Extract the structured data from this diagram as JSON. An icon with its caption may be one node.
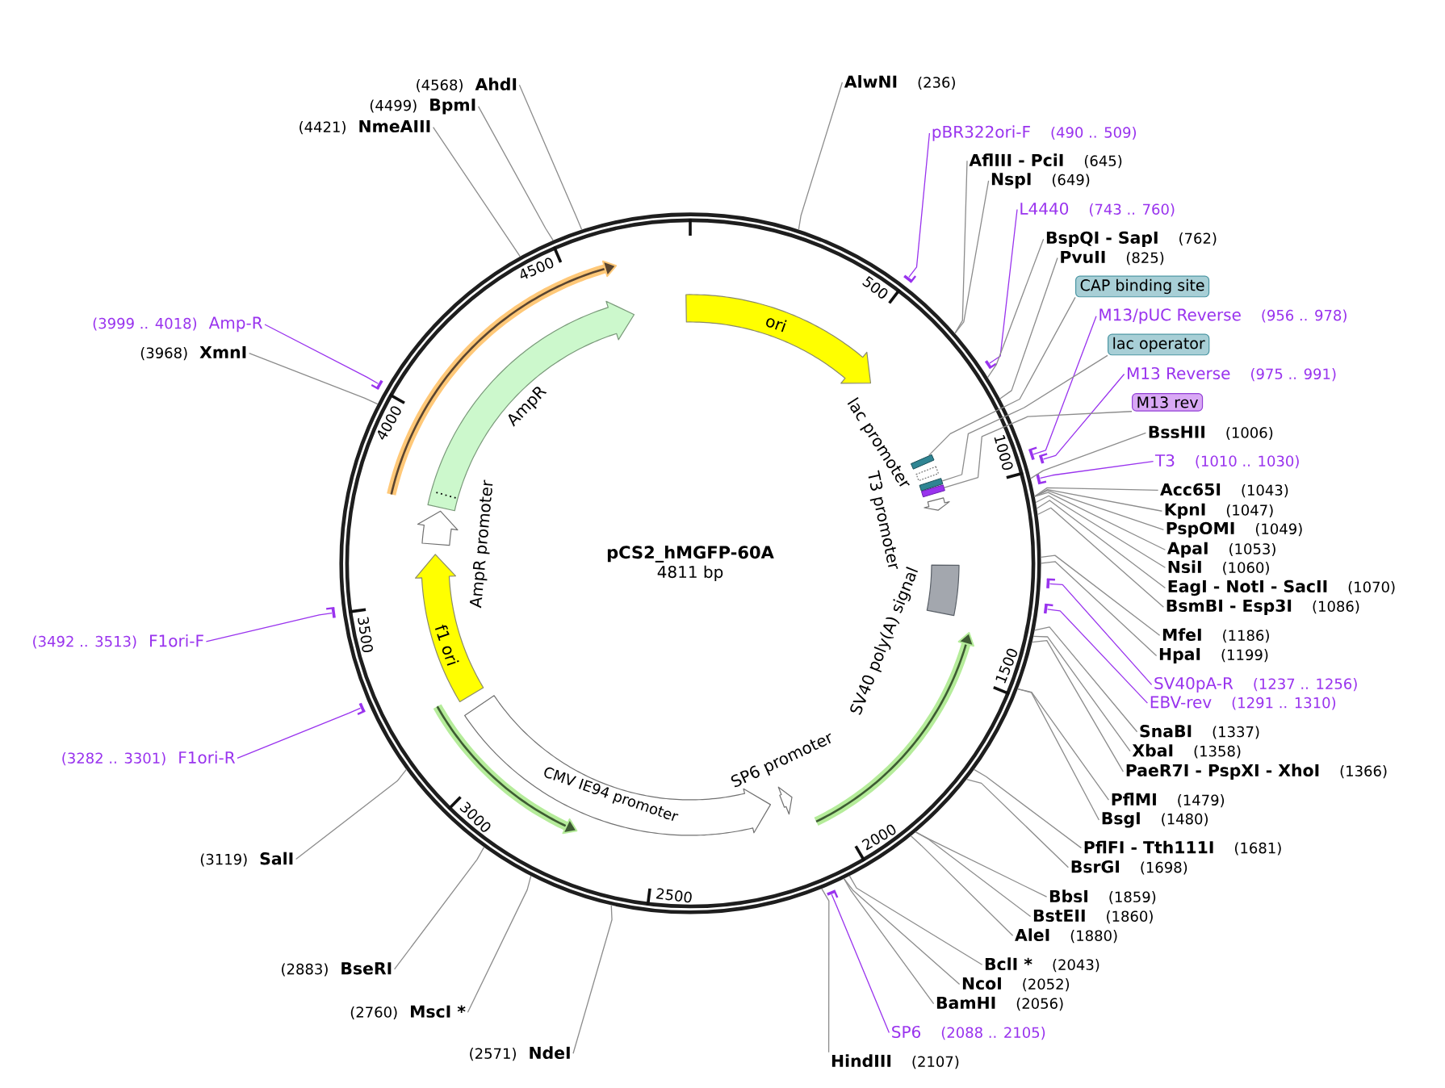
{
  "diagram": {
    "nodes": [
      {
        "text": [
          "pCS2_hMGFP-60A",
          "4811 bp"
        ]
      },
      {
        "text": [
          "ori"
        ],
        "in": 0
      },
      {
        "text": [],
        "shape": "box",
        "in": 0
      },
      {
        "text": [
          "lac promoter"
        ],
        "in": 0
      },
      {
        "text": [],
        "shape": "box",
        "in": 0
      },
      {
        "text": [],
        "shape": "box",
        "in": 0
      },
      {
        "text": [
          "T3 promoter"
        ],
        "in": 0
      },
      {
        "text": [
          "SV40 poly(A) signal"
        ],
        "in": 0
      },
      {
        "text": [
          "SP6 promoter"
        ],
        "in": 0
      },
      {
        "text": [
          "CMV IE94 promoter"
        ],
        "in": 0
      },
      {
        "text": [
          "f1 ori"
        ],
        "in": 0
      },
      {
        "text": [
          "AmpR promoter"
        ],
        "in": 0
      },
      {
        "text": [
          "AmpR"
        ],
        "in": 0
      },
      {
        "text": [
          "AlwNI",
          "(236)"
        ]
      },
      {
        "text": [
          "pBR322ori-F",
          "(490 .. 509)"
        ]
      },
      {
        "text": [
          "AflIII - PciI",
          "(645)"
        ]
      },
      {
        "text": [
          "NspI",
          "(649)"
        ]
      },
      {
        "text": [
          "L4440",
          "(743 .. 760)"
        ]
      },
      {
        "text": [
          "BspQI - SapI",
          "(762)"
        ]
      },
      {
        "text": [
          "PvuII",
          "(825)"
        ]
      },
      {
        "text": [
          "CAP binding site"
        ]
      },
      {
        "text": [
          "M13/pUC Reverse",
          "(956 .. 978)"
        ]
      },
      {
        "text": [
          "lac operator"
        ]
      },
      {
        "text": [
          "M13 Reverse",
          "(975 .. 991)"
        ]
      },
      {
        "text": [
          "M13 rev"
        ]
      },
      {
        "text": [
          "BssHII",
          "(1006)"
        ]
      },
      {
        "text": [
          "T3",
          "(1010 .. 1030)"
        ]
      },
      {
        "text": [
          "Acc65I",
          "(1043)"
        ]
      },
      {
        "text": [
          "KpnI",
          "(1047)"
        ]
      },
      {
        "text": [
          "PspOMI",
          "(1049)"
        ]
      },
      {
        "text": [
          "ApaI",
          "(1053)"
        ]
      },
      {
        "text": [
          "NsiI",
          "(1060)"
        ]
      },
      {
        "text": [
          "EagI - NotI - SacII",
          "(1070)"
        ]
      },
      {
        "text": [
          "BsmBI - Esp3I",
          "(1086)"
        ]
      },
      {
        "text": [
          "MfeI",
          "(1186)"
        ]
      },
      {
        "text": [
          "HpaI",
          "(1199)"
        ]
      },
      {
        "text": [
          "SV40pA-R",
          "(1237 .. 1256)"
        ]
      },
      {
        "text": [
          "EBV-rev",
          "(1291 .. 1310)"
        ]
      },
      {
        "text": [
          "SnaBI",
          "(1337)"
        ]
      },
      {
        "text": [
          "XbaI",
          "(1358)"
        ]
      },
      {
        "text": [
          "PaeR7I - PspXI - XhoI",
          "(1366)"
        ]
      },
      {
        "text": [
          "PflMI",
          "(1479)"
        ]
      },
      {
        "text": [
          "BsgI",
          "(1480)"
        ]
      },
      {
        "text": [
          "PflFI - Tth111I",
          "(1681)"
        ]
      },
      {
        "text": [
          "BsrGI",
          "(1698)"
        ]
      },
      {
        "text": [
          "BbsI",
          "(1859)"
        ]
      },
      {
        "text": [
          "BstEII",
          "(1860)"
        ]
      },
      {
        "text": [
          "AleI",
          "(1880)"
        ]
      },
      {
        "text": [
          "BclI *",
          "(2043)"
        ]
      },
      {
        "text": [
          "NcoI",
          "(2052)"
        ]
      },
      {
        "text": [
          "BamHI",
          "(2056)"
        ]
      },
      {
        "text": [
          "SP6",
          "(2088 .. 2105)"
        ]
      },
      {
        "text": [
          "HindIII",
          "(2107)"
        ]
      },
      {
        "text": [
          "(2571)",
          "NdeI"
        ]
      },
      {
        "text": [
          "(2760)",
          "MscI *"
        ]
      },
      {
        "text": [
          "(2883)",
          "BseRI"
        ]
      },
      {
        "text": [
          "(3119)",
          "SalI"
        ]
      },
      {
        "text": [
          "(3282 .. 3301)",
          "F1ori-R"
        ]
      },
      {
        "text": [
          "(3492 .. 3513)",
          "F1ori-F"
        ]
      },
      {
        "text": [
          "(3968)",
          "XmnI"
        ]
      },
      {
        "text": [
          "(3999 .. 4018)",
          "Amp-R"
        ]
      },
      {
        "text": [
          "(4421)",
          "NmeAIII"
        ]
      },
      {
        "text": [
          "(4499)",
          "BpmI"
        ]
      },
      {
        "text": [
          "(4568)",
          "AhdI"
        ]
      },
      {
        "text": [],
        "shape": "bar"
      },
      {
        "text": [],
        "shape": "bar"
      },
      {
        "text": [],
        "shape": "bar"
      },
      {
        "text": [],
        "shape": "bar"
      },
      {
        "text": [],
        "shape": "bar"
      },
      {
        "text": [],
        "shape": "bar"
      },
      {
        "text": [],
        "shape": "bar"
      },
      {
        "text": [],
        "shape": "bar"
      },
      {
        "text": [],
        "shape": "bar"
      },
      {
        "text": [],
        "shape": "bar"
      },
      {
        "text": [],
        "shape": "bar"
      }
    ],
    "edges": [
      {
        "from": 13,
        "to": 0,
        "arrow": "none"
      },
      {
        "from": 14,
        "to": 64,
        "arrow": "none",
        "color": "#9933ee"
      },
      {
        "from": 15,
        "to": 0,
        "arrow": "none"
      },
      {
        "from": 16,
        "to": 0,
        "arrow": "none"
      },
      {
        "from": 17,
        "to": 65,
        "arrow": "none",
        "color": "#9933ee"
      },
      {
        "from": 18,
        "to": 0,
        "arrow": "none"
      },
      {
        "from": 19,
        "to": 0,
        "arrow": "none"
      },
      {
        "from": 20,
        "to": 2,
        "arrow": "none"
      },
      {
        "from": 21,
        "to": 66,
        "arrow": "none",
        "color": "#9933ee"
      },
      {
        "from": 22,
        "to": 4,
        "arrow": "none"
      },
      {
        "from": 23,
        "to": 67,
        "arrow": "none",
        "color": "#9933ee"
      },
      {
        "from": 24,
        "to": 5,
        "arrow": "none"
      },
      {
        "from": 25,
        "to": 0,
        "arrow": "none"
      },
      {
        "from": 26,
        "to": 68,
        "arrow": "none",
        "color": "#9933ee"
      },
      {
        "from": 27,
        "to": 0,
        "arrow": "none"
      },
      {
        "from": 28,
        "to": 0,
        "arrow": "none"
      },
      {
        "from": 29,
        "to": 0,
        "arrow": "none"
      },
      {
        "from": 30,
        "to": 0,
        "arrow": "none"
      },
      {
        "from": 31,
        "to": 0,
        "arrow": "none"
      },
      {
        "from": 32,
        "to": 0,
        "arrow": "none"
      },
      {
        "from": 33,
        "to": 0,
        "arrow": "none"
      },
      {
        "from": 34,
        "to": 0,
        "arrow": "none"
      },
      {
        "from": 35,
        "to": 0,
        "arrow": "none"
      },
      {
        "from": 36,
        "to": 69,
        "arrow": "none",
        "color": "#9933ee"
      },
      {
        "from": 37,
        "to": 70,
        "arrow": "none",
        "color": "#9933ee"
      },
      {
        "from": 38,
        "to": 0,
        "arrow": "none"
      },
      {
        "from": 39,
        "to": 0,
        "arrow": "none"
      },
      {
        "from": 40,
        "to": 0,
        "arrow": "none"
      },
      {
        "from": 41,
        "to": 0,
        "arrow": "none"
      },
      {
        "from": 42,
        "to": 0,
        "arrow": "none"
      },
      {
        "from": 43,
        "to": 0,
        "arrow": "none"
      },
      {
        "from": 44,
        "to": 0,
        "arrow": "none"
      },
      {
        "from": 45,
        "to": 0,
        "arrow": "none"
      },
      {
        "from": 46,
        "to": 0,
        "arrow": "none"
      },
      {
        "from": 47,
        "to": 0,
        "arrow": "none"
      },
      {
        "from": 48,
        "to": 0,
        "arrow": "none"
      },
      {
        "from": 49,
        "to": 0,
        "arrow": "none"
      },
      {
        "from": 50,
        "to": 0,
        "arrow": "none"
      },
      {
        "from": 51,
        "to": 71,
        "arrow": "none",
        "color": "#9933ee"
      },
      {
        "from": 52,
        "to": 0,
        "arrow": "none"
      },
      {
        "from": 53,
        "to": 0,
        "arrow": "none"
      },
      {
        "from": 54,
        "to": 0,
        "arrow": "none"
      },
      {
        "from": 55,
        "to": 0,
        "arrow": "none"
      },
      {
        "from": 56,
        "to": 0,
        "arrow": "none"
      },
      {
        "from": 57,
        "to": 72,
        "arrow": "none",
        "color": "#9933ee"
      },
      {
        "from": 58,
        "to": 73,
        "arrow": "none",
        "color": "#9933ee"
      },
      {
        "from": 59,
        "to": 0,
        "arrow": "none"
      },
      {
        "from": 60,
        "to": 74,
        "arrow": "none",
        "color": "#9933ee"
      },
      {
        "from": 61,
        "to": 0,
        "arrow": "none"
      },
      {
        "from": 62,
        "to": 0,
        "arrow": "none"
      },
      {
        "from": 63,
        "to": 0,
        "arrow": "none"
      }
    ],
    "labels": [
      "500",
      "1000",
      "1500",
      "2000",
      "2500",
      "3000",
      "3500",
      "4000",
      "4500"
    ]
  }
}
